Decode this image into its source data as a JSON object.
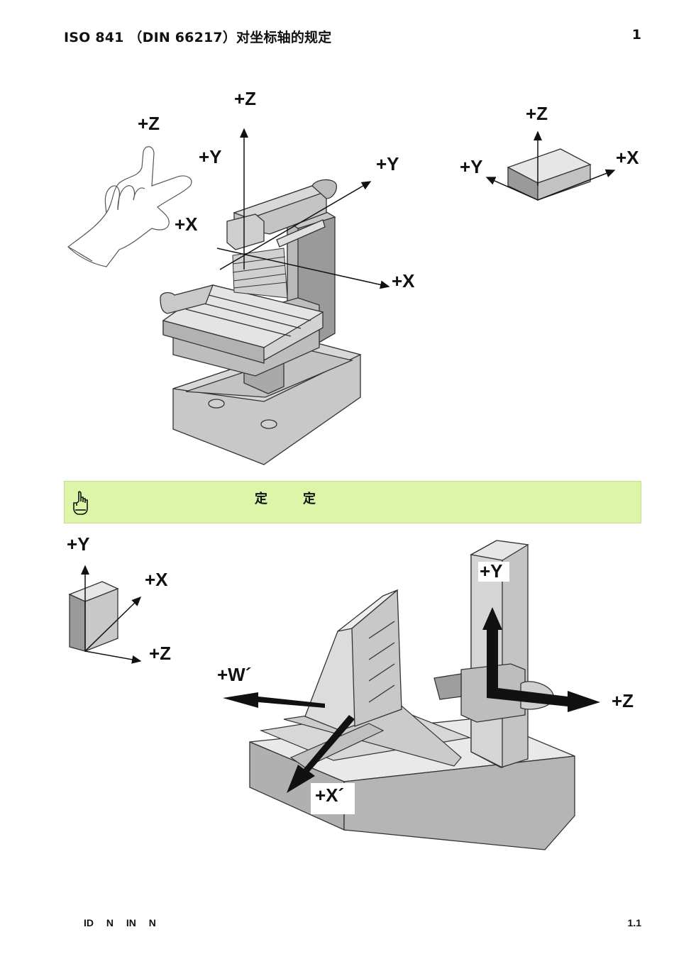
{
  "header": {
    "title": "ISO 841 （DIN 66217）对坐标轴的规定",
    "page_number": "1"
  },
  "figure_top": {
    "hand_labels": {
      "z": "+Z",
      "y": "+Y",
      "x": "+X"
    },
    "machine_labels": {
      "z": "+Z",
      "y": "+Y",
      "x": "+X"
    },
    "workpiece_labels": {
      "z": "+Z",
      "y": "+Y",
      "x": "+X"
    }
  },
  "note": {
    "icon": "pointing-hand-icon",
    "word_1": "定",
    "word_2": "定"
  },
  "figure_bottom": {
    "small_labels": {
      "y": "+Y",
      "x": "+X",
      "z": "+Z"
    },
    "machine_labels": {
      "y": "+Y",
      "z": "+Z",
      "w": "+W´",
      "x": "+X´"
    }
  },
  "footer": {
    "left": "ID N IN N",
    "right": "1.1"
  },
  "colors": {
    "note_background": "#dcf5a8",
    "machine_gray": "#b5b5b5"
  }
}
